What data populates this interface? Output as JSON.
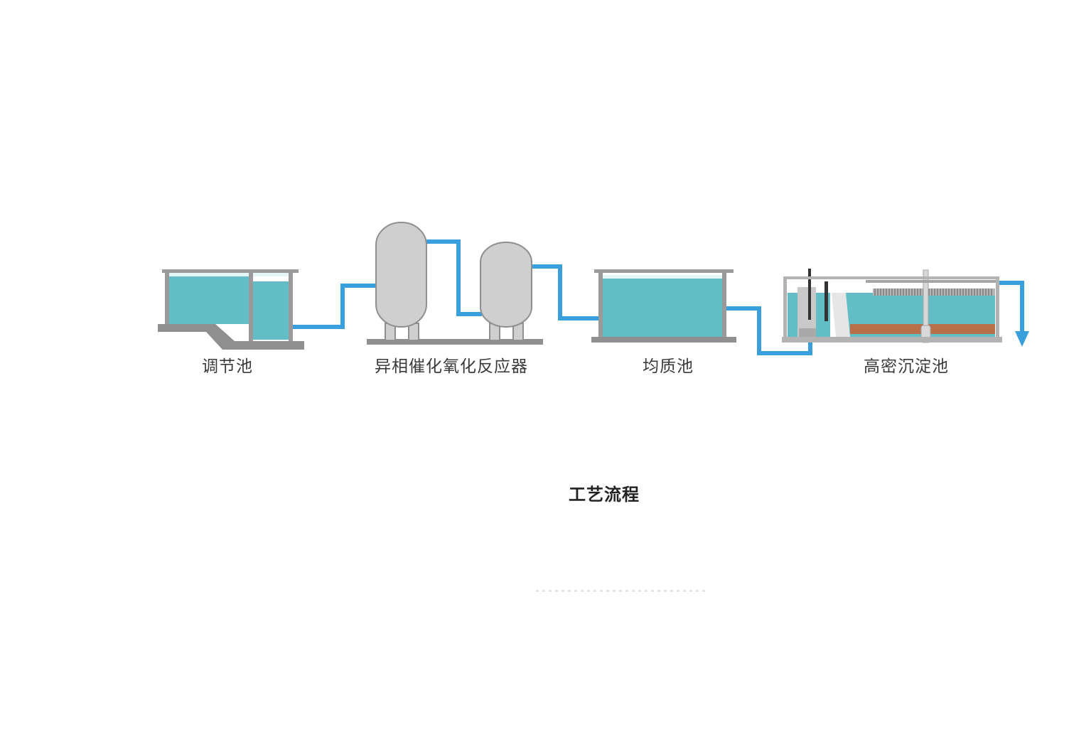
{
  "diagram": {
    "stages": [
      {
        "id": "tiaojie",
        "label": "调节池"
      },
      {
        "id": "reactor",
        "label": "异相催化氧化反应器"
      },
      {
        "id": "junzhi",
        "label": "均质池"
      },
      {
        "id": "gaomi",
        "label": "高密沉淀池"
      }
    ],
    "caption": "工艺流程"
  },
  "colors": {
    "water": "#62bec4",
    "water_top": "#e6f5f6",
    "pipe": "#3aa0dd",
    "tank_wall": "#9a9a9a",
    "tank_wall_dark": "#7d7d7d",
    "vessel_fill": "#cfcfcf",
    "vessel_stroke": "#8f8f8f",
    "sludge": "#b8704a",
    "label_text": "#3a3a3a",
    "caption_text": "#222222"
  }
}
